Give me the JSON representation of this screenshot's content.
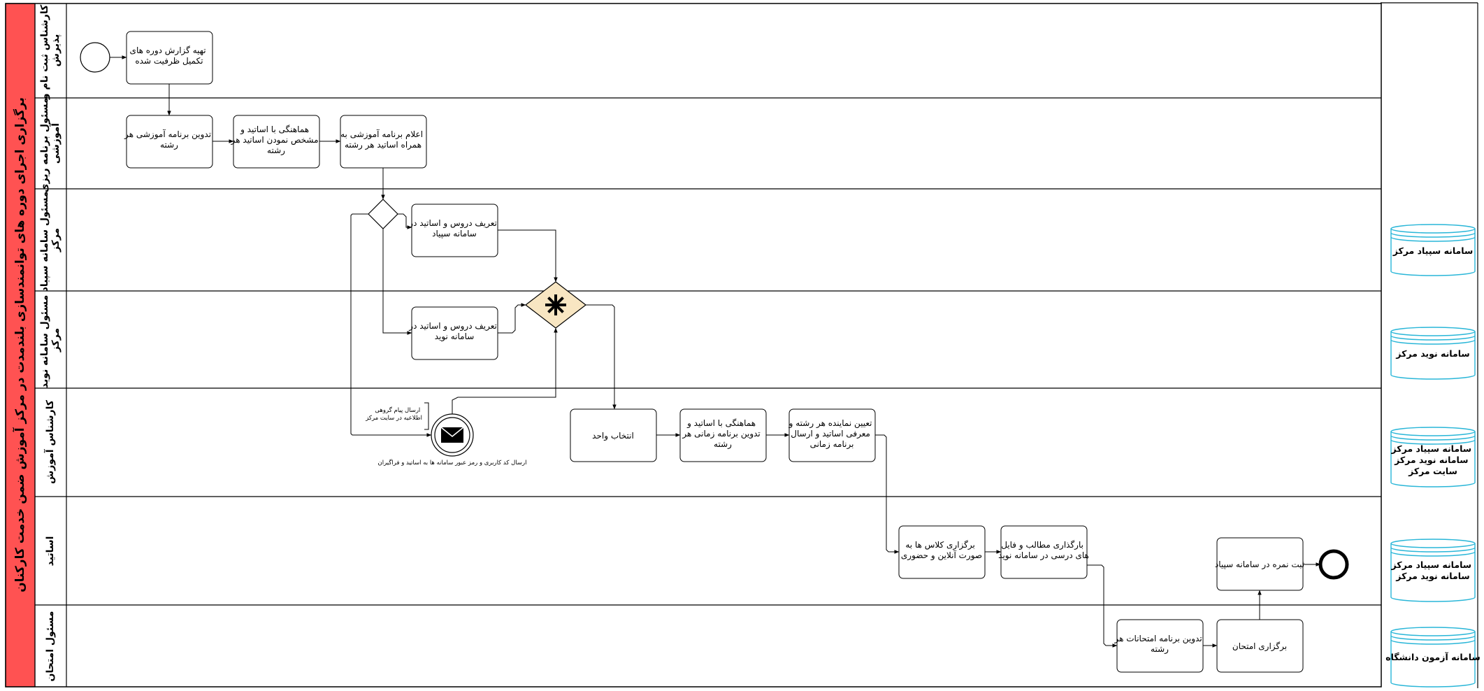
{
  "pool": {
    "title": "برگزاری اجرای دوره های توانمندسازی بلندمدت در مرکز آموزش ضمن خدمت کارکنان",
    "accent_color": "#ff5252"
  },
  "lanes": [
    {
      "id": "registration",
      "label_lines": [
        "کارشناس ثبت نام و",
        "پذیرش"
      ]
    },
    {
      "id": "planning",
      "label_lines": [
        "مسئول برنامه ریزی",
        "آموزشی"
      ]
    },
    {
      "id": "sepad",
      "label_lines": [
        "مسئول سامانه سپیاد",
        "مرکز"
      ]
    },
    {
      "id": "navid",
      "label_lines": [
        "مسئول سامانه نوید",
        "مرکز"
      ]
    },
    {
      "id": "edu-expert",
      "label_lines": [
        "کارشناس آموزش"
      ]
    },
    {
      "id": "teachers",
      "label_lines": [
        "اساتید"
      ]
    },
    {
      "id": "exam",
      "label_lines": [
        "مسئول امتحان"
      ]
    }
  ],
  "tasks": [
    {
      "id": "t1",
      "lines": [
        "تهیه گزارش دوره های",
        "تکمیل ظرفیت شده"
      ]
    },
    {
      "id": "t2",
      "lines": [
        "تدوین برنامه آموزشی هر",
        "رشته"
      ]
    },
    {
      "id": "t3",
      "lines": [
        "هماهنگی با اساتید و",
        "مشخص نمودن اساتید هر",
        "رشته"
      ]
    },
    {
      "id": "t4",
      "lines": [
        "اعلام برنامه آموزشی به",
        "همراه اساتید هر رشته"
      ]
    },
    {
      "id": "t5",
      "lines": [
        "تعریف دروس و اساتید در",
        "سامانه سپیاد"
      ]
    },
    {
      "id": "t6",
      "lines": [
        "تعریف دروس و اساتید در",
        "سامانه نوید"
      ]
    },
    {
      "id": "t7",
      "lines": [
        "انتخاب واحد"
      ]
    },
    {
      "id": "t8",
      "lines": [
        "هماهنگی با اساتید و",
        "تدوین برنامه زمانی هر",
        "رشته"
      ]
    },
    {
      "id": "t9",
      "lines": [
        "تعیین نماینده هر رشته و",
        "معرفی اساتید و ارسال",
        "برنامه زمانی"
      ]
    },
    {
      "id": "t10",
      "lines": [
        "برگزاری کلاس ها به",
        "صورت آنلاین و حضوری"
      ]
    },
    {
      "id": "t11",
      "lines": [
        "بارگذاری مطالب و فایل",
        "های درسی در سامانه نوید"
      ]
    },
    {
      "id": "t12",
      "lines": [
        "ثبت نمره در سامانه سپیاد"
      ]
    },
    {
      "id": "t13",
      "lines": [
        "تدوین برنامه امتحانات هر",
        "رشته"
      ]
    },
    {
      "id": "t14",
      "lines": [
        "برگزاری امتحان"
      ]
    }
  ],
  "annotations": {
    "group_message": [
      "ارسال پیام گروهی",
      "اطلاعیه در سایت مرکز"
    ],
    "credentials": "ارسال کد کاربری و رمز عبور سامانه ها به اساتید و فراگیران"
  },
  "data_stores": [
    {
      "id": "ds1",
      "lines": [
        "سامانه سپیاد مرکز"
      ]
    },
    {
      "id": "ds2",
      "lines": [
        "سامانه نوید مرکز"
      ]
    },
    {
      "id": "ds3",
      "lines": [
        "سامانه سپیاد مرکز",
        "سامانه نوید مرکز",
        "سایت مرکز"
      ]
    },
    {
      "id": "ds4",
      "lines": [
        "سامانه سپیاد مرکز",
        "سامانه نوید مرکز"
      ]
    },
    {
      "id": "ds5",
      "lines": [
        "سامانه آزمون دانشگاه"
      ]
    }
  ],
  "colors": {
    "datastore_stroke": "#29b6d8",
    "complex_gateway_fill": "#f8e6c2",
    "line": "#000000"
  },
  "icons": {
    "start_event": "start-event-circle",
    "end_event": "end-event-circle",
    "message_event": "envelope-icon",
    "complex_gateway": "asterisk-gateway",
    "exclusive_gateway": "diamond-gateway"
  }
}
